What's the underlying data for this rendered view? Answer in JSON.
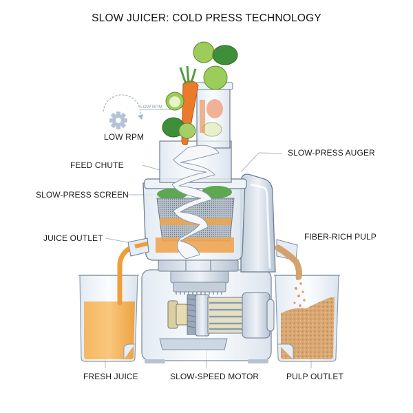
{
  "title": "SLOW JUICER: COLD PRESS TECHNOLOGY",
  "icons": {
    "gear": "gear-icon",
    "rotation_arrow": "rotation-arrow-icon"
  },
  "labels": {
    "low_rpm_small": "LOW RPM",
    "low_rpm": "LOW RPM",
    "feed_chute": "FEED CHUTE",
    "slow_press_screen": "SLOW-PRESS SCREEN",
    "juice_outlet": "JUICE OUTLET",
    "slow_press_auger": "SLOW-PRESS AUGER",
    "fiber_rich_pulp": "FIBER-RICH PULP",
    "fresh_juice": "FRESH JUICE",
    "slow_speed_motor": "SLOW-SPEED MOTOR",
    "pulp_outlet": "PULP OUTLET"
  },
  "colors": {
    "juice": "#f0a540",
    "pulp": "#d9a873",
    "body": "#e3eaf2",
    "outline": "#5b6b80",
    "leaf": "#3f8f3a",
    "apple": "#9ccc5a",
    "carrot": "#ec7a2c",
    "gear": "#b4c4d6",
    "leader": "#a9b6c4"
  }
}
